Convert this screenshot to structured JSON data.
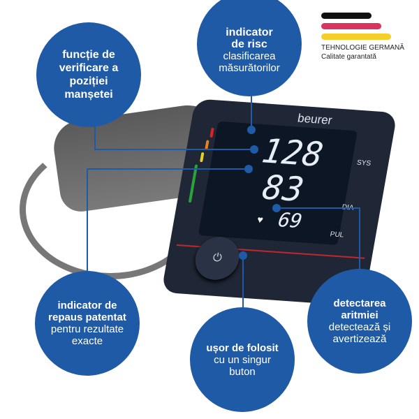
{
  "brand_badge": {
    "line1": "TEHNOLOGIE GERMANĂ",
    "line2": "Calitate garantată",
    "flag_colors": [
      "#111111",
      "#d8345f",
      "#f4cf2a"
    ]
  },
  "features": [
    {
      "title": "funcție de verificare a poziției manșetei",
      "subtitle": ""
    },
    {
      "title": "indicator de risc",
      "subtitle": "clasificarea măsurătorilor"
    },
    {
      "title": "indicator de repaus patentat",
      "subtitle": "pentru rezultate exacte"
    },
    {
      "title": "ușor de folosit",
      "subtitle": "cu un singur buton"
    },
    {
      "title": "detectarea aritmiei",
      "subtitle": "detectează și avertizează"
    }
  ],
  "device": {
    "brand": "beurer",
    "sys": "128",
    "dia": "83",
    "pulse": "69",
    "sys_label": "SYS",
    "dia_label": "DIA",
    "pul_label": "PUL",
    "power_icon": "power-icon"
  },
  "accent": "#1f5aa6"
}
